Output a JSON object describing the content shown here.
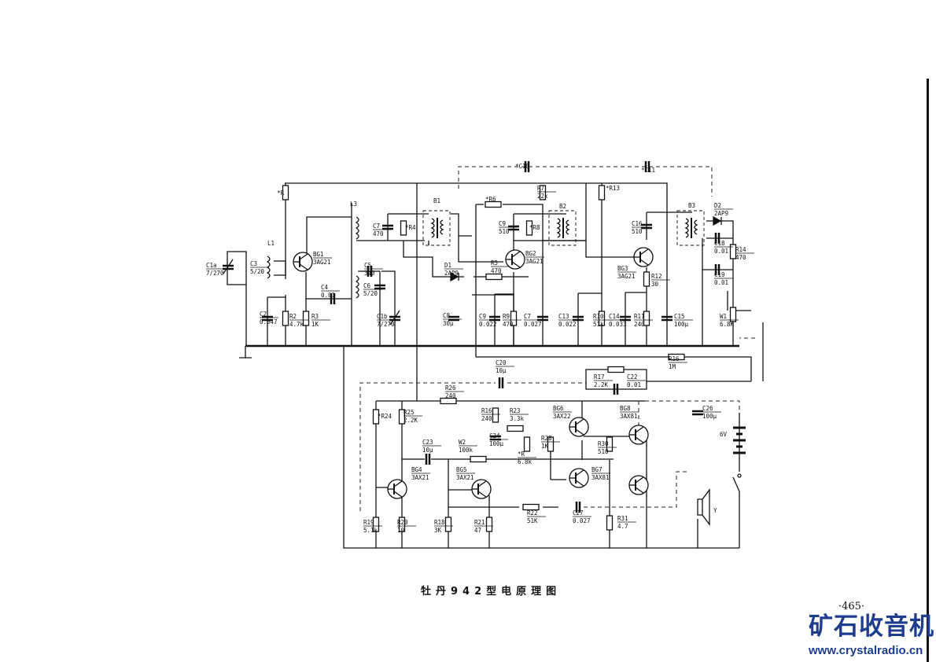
{
  "title": "牡丹942型电原理图",
  "page_number": "·465·",
  "watermark": {
    "name": "矿石收音机",
    "url": "www.crystalradio.cn",
    "color": "#1e3d8f"
  },
  "components": [
    {
      "ref": "*R",
      "value": ""
    },
    {
      "ref": "L1",
      "value": ""
    },
    {
      "ref": "C1a",
      "value": "7/270"
    },
    {
      "ref": "C3",
      "value": "5/20"
    },
    {
      "ref": "BG1",
      "value": "3AG21"
    },
    {
      "ref": "C2",
      "value": "0.047"
    },
    {
      "ref": "R2",
      "value": "4.7k"
    },
    {
      "ref": "R3",
      "value": "1K"
    },
    {
      "ref": "C4",
      "value": "0.01"
    },
    {
      "ref": "L3",
      "value": ""
    },
    {
      "ref": "C5",
      "value": "340"
    },
    {
      "ref": "C6",
      "value": "5/20"
    },
    {
      "ref": "C1b",
      "value": "7/270"
    },
    {
      "ref": "C7",
      "value": "470"
    },
    {
      "ref": "*R4",
      "value": ""
    },
    {
      "ref": "B1",
      "value": ""
    },
    {
      "ref": "D1",
      "value": "2AP9"
    },
    {
      "ref": "C8",
      "value": "30μ"
    },
    {
      "ref": "*C10",
      "value": ""
    },
    {
      "ref": "*C11",
      "value": ""
    },
    {
      "ref": "R7",
      "value": "22k"
    },
    {
      "ref": "*R6",
      "value": ""
    },
    {
      "ref": "C9",
      "value": "510"
    },
    {
      "ref": "*R8",
      "value": ""
    },
    {
      "ref": "B2",
      "value": ""
    },
    {
      "ref": "BG2",
      "value": "3AG21"
    },
    {
      "ref": "R5",
      "value": "470"
    },
    {
      "ref": "C9",
      "value": "0.022"
    },
    {
      "ref": "R9",
      "value": "470"
    },
    {
      "ref": "C7",
      "value": "0.027"
    },
    {
      "ref": "C13",
      "value": "0.022"
    },
    {
      "ref": "R10",
      "value": "51k"
    },
    {
      "ref": "C14",
      "value": "0.033"
    },
    {
      "ref": "R11",
      "value": "240"
    },
    {
      "ref": "*R13",
      "value": ""
    },
    {
      "ref": "C16",
      "value": "510"
    },
    {
      "ref": "BG3",
      "value": "3AG21"
    },
    {
      "ref": "R12",
      "value": "30"
    },
    {
      "ref": "C15",
      "value": "100μ"
    },
    {
      "ref": "B3",
      "value": ""
    },
    {
      "ref": "D2",
      "value": "2AP9"
    },
    {
      "ref": "C18",
      "value": "0.01"
    },
    {
      "ref": "R14",
      "value": "470"
    },
    {
      "ref": "C19",
      "value": "0.01"
    },
    {
      "ref": "W1",
      "value": "6.8K"
    },
    {
      "ref": "R16",
      "value": "1M"
    },
    {
      "ref": "C20",
      "value": "10μ"
    },
    {
      "ref": "R17",
      "value": "2.2K"
    },
    {
      "ref": "C22",
      "value": "0.01"
    },
    {
      "ref": "R26",
      "value": "240"
    },
    {
      "ref": "*R24",
      "value": ""
    },
    {
      "ref": "R25",
      "value": "2.2K"
    },
    {
      "ref": "C23",
      "value": "10μ"
    },
    {
      "ref": "BG4",
      "value": "3AX21"
    },
    {
      "ref": "R19",
      "value": "5.1k"
    },
    {
      "ref": "R20",
      "value": "10"
    },
    {
      "ref": "W2",
      "value": "100k"
    },
    {
      "ref": "BG5",
      "value": "3AX21"
    },
    {
      "ref": "R18",
      "value": "3K"
    },
    {
      "ref": "R21",
      "value": "47"
    },
    {
      "ref": "R16",
      "value": "240"
    },
    {
      "ref": "C24",
      "value": "100μ"
    },
    {
      "ref": "R23",
      "value": "3.3k"
    },
    {
      "ref": "*R",
      "value": "6.8k"
    },
    {
      "ref": "R28",
      "value": "1K"
    },
    {
      "ref": "BG6",
      "value": "3AX22"
    },
    {
      "ref": "BG8",
      "value": "3AX81"
    },
    {
      "ref": "R30",
      "value": "510"
    },
    {
      "ref": "BG7",
      "value": "3AX81"
    },
    {
      "ref": "R22",
      "value": "51K"
    },
    {
      "ref": "C27",
      "value": "0.027"
    },
    {
      "ref": "R31",
      "value": "4.7"
    },
    {
      "ref": "C26",
      "value": "100μ"
    },
    {
      "ref": "6V",
      "value": ""
    },
    {
      "ref": "Y",
      "value": ""
    }
  ]
}
